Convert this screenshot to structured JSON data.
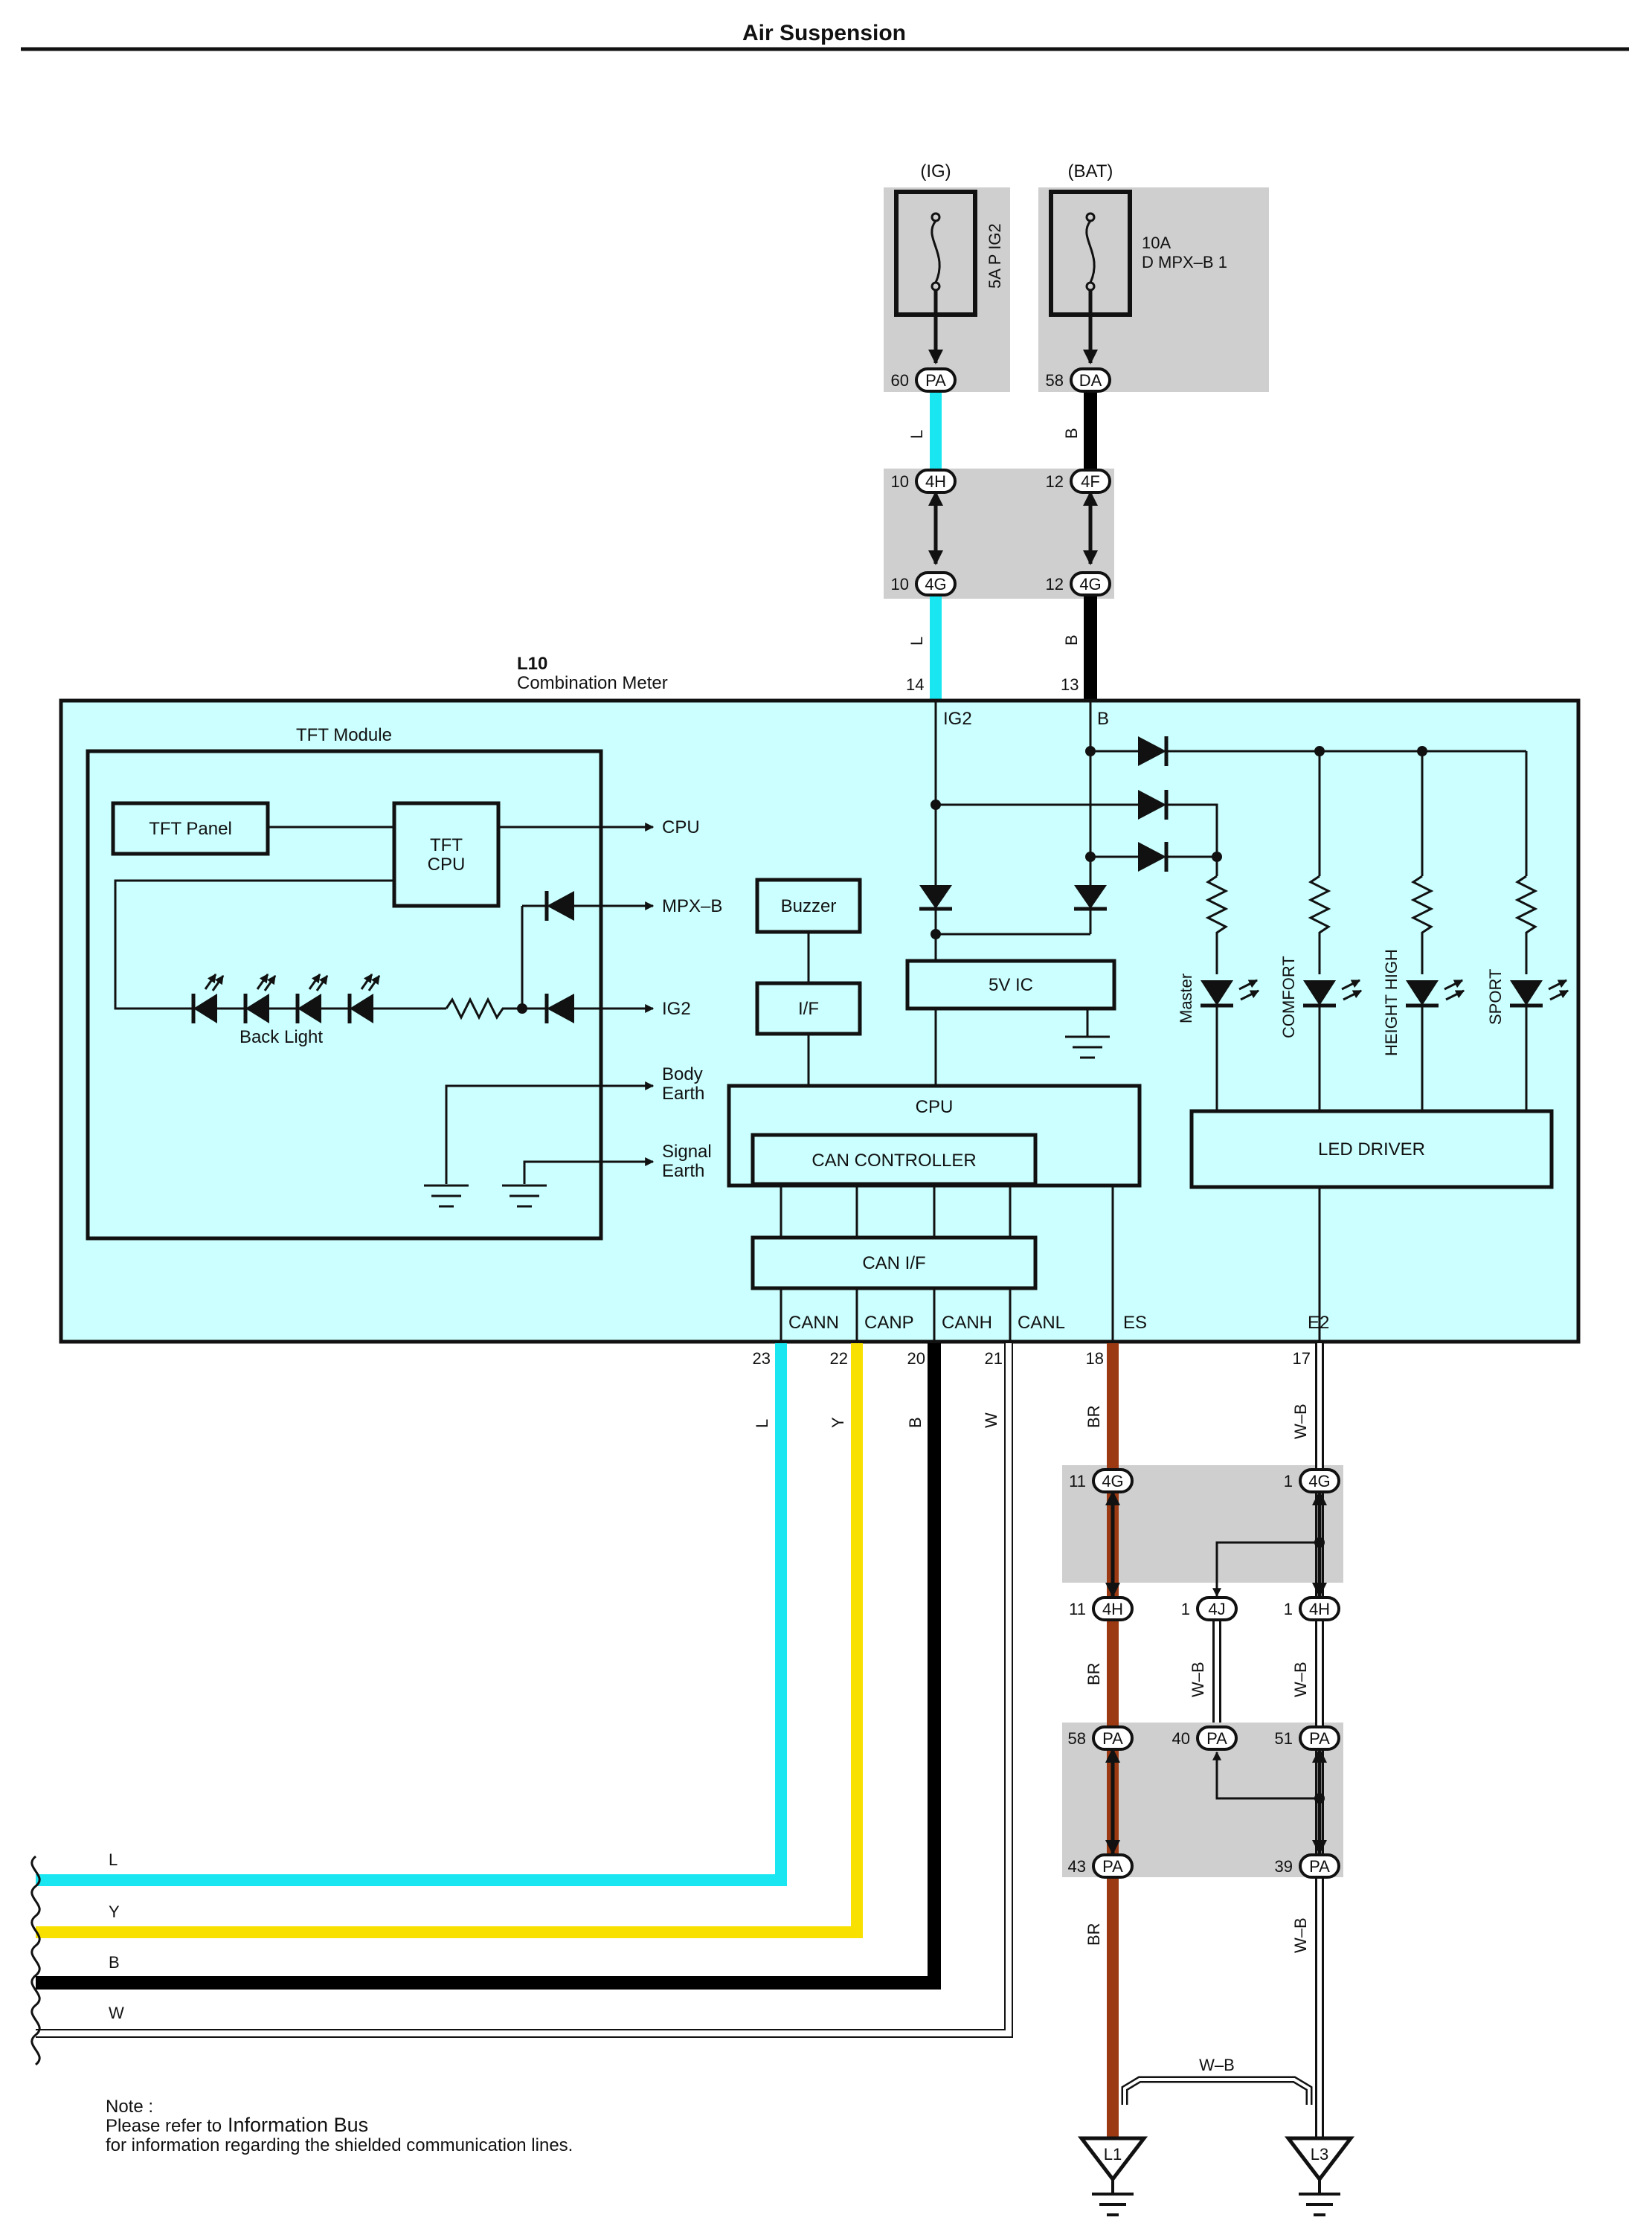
{
  "title": "Air Suspension",
  "colors": {
    "L": "#19e6f0",
    "Y": "#f8e000",
    "B": "#000000",
    "W": "#ffffff",
    "BR": "#9b3a12",
    "meter_fill": "#ccffff",
    "gray_box": "#cfcfcf"
  },
  "power": {
    "ig_label": "(IG)",
    "bat_label": "(BAT)",
    "fuse_ig": "5A P IG2",
    "fuse_bat_amp": "10A",
    "fuse_bat_name": "D MPX–B 1"
  },
  "connectors": {
    "pa60": {
      "pin": "60",
      "name": "PA"
    },
    "da58": {
      "pin": "58",
      "name": "DA"
    },
    "h10": {
      "pin": "10",
      "name": "4H"
    },
    "f12": {
      "pin": "12",
      "name": "4F"
    },
    "g10": {
      "pin": "10",
      "name": "4G"
    },
    "g12": {
      "pin": "12",
      "name": "4G"
    },
    "g11": {
      "pin": "11",
      "name": "4G"
    },
    "g1": {
      "pin": "1",
      "name": "4G"
    },
    "h11": {
      "pin": "11",
      "name": "4H"
    },
    "j1": {
      "pin": "1",
      "name": "4J"
    },
    "h1": {
      "pin": "1",
      "name": "4H"
    },
    "pa58": {
      "pin": "58",
      "name": "PA"
    },
    "pa40": {
      "pin": "40",
      "name": "PA"
    },
    "pa51": {
      "pin": "51",
      "name": "PA"
    },
    "pa43": {
      "pin": "43",
      "name": "PA"
    },
    "pa39": {
      "pin": "39",
      "name": "PA"
    }
  },
  "wires": {
    "l": "L",
    "b": "B",
    "y": "Y",
    "w": "W",
    "br": "BR",
    "wb": "W–B"
  },
  "meter": {
    "code": "L10",
    "name": "Combination Meter",
    "pin14": "14",
    "pin13": "13",
    "ig2": "IG2",
    "b": "B",
    "pins_bottom": [
      "23",
      "22",
      "20",
      "21",
      "18",
      "17"
    ],
    "terms_bottom": [
      "CANN",
      "CANP",
      "CANH",
      "CANL",
      "ES",
      "E2"
    ]
  },
  "tft": {
    "module": "TFT Module",
    "panel": "TFT Panel",
    "cpu_1": "TFT",
    "cpu_2": "CPU",
    "backlight": "Back Light",
    "out_cpu": "CPU",
    "out_mpxb": "MPX–B",
    "out_ig2": "IG2",
    "body_1": "Body",
    "body_2": "Earth",
    "signal_1": "Signal",
    "signal_2": "Earth"
  },
  "blocks": {
    "buzzer": "Buzzer",
    "if": "I/F",
    "ic5v": "5V IC",
    "cpu": "CPU",
    "can_controller": "CAN CONTROLLER",
    "can_if": "CAN I/F",
    "led_driver": "LED DRIVER"
  },
  "leds": [
    "Master",
    "COMFORT",
    "HEIGHT HIGH",
    "SPORT"
  ],
  "left_bus": [
    "L",
    "Y",
    "B",
    "W"
  ],
  "grounds": {
    "l1": "L1",
    "l3": "L3"
  },
  "note": {
    "line1": "Note :",
    "line2a": "Please refer to",
    "line2b": "Information Bus",
    "line3": "for information regarding the shielded communication lines."
  }
}
